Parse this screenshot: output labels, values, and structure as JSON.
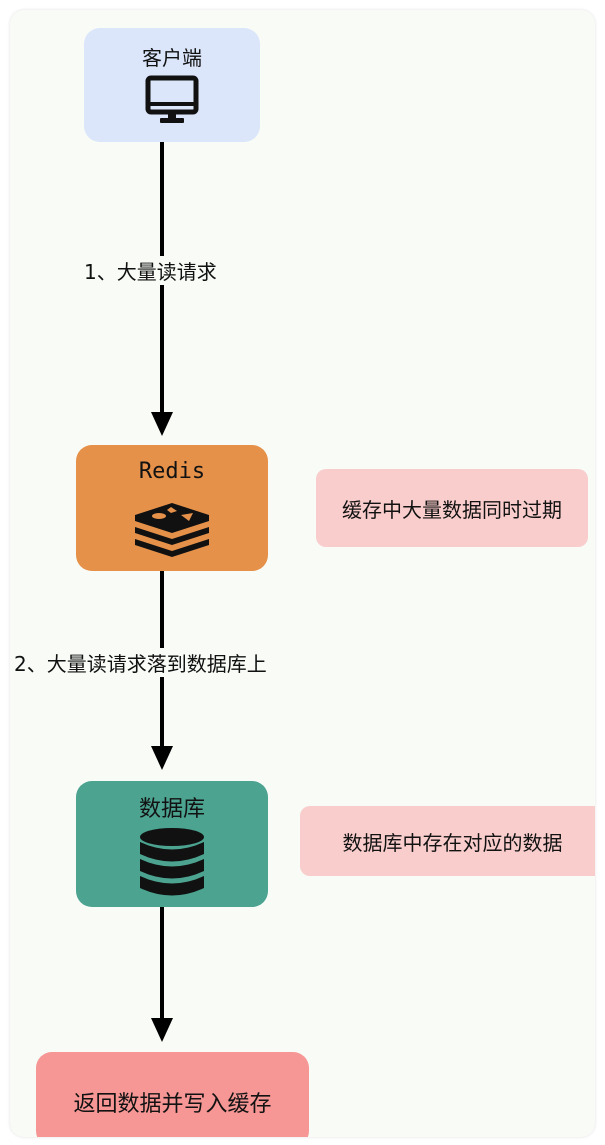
{
  "nodes": {
    "client": {
      "title": "客户端",
      "icon": "monitor-icon"
    },
    "redis": {
      "title": "Redis",
      "icon": "redis-logo-icon"
    },
    "database": {
      "title": "数据库",
      "icon": "database-icon"
    },
    "return": {
      "title": "返回数据并写入缓存"
    }
  },
  "edges": {
    "e1": {
      "label": "1、大量读请求"
    },
    "e2": {
      "label": "2、大量读请求落到数据库上"
    }
  },
  "notes": {
    "redis_note": "缓存中大量数据同时过期",
    "db_note": "数据库中存在对应的数据"
  },
  "colors": {
    "client": "#dbe6fb",
    "redis": "#e6914a",
    "database": "#4ba390",
    "return": "#f69795",
    "note": "#f8cdcc"
  }
}
